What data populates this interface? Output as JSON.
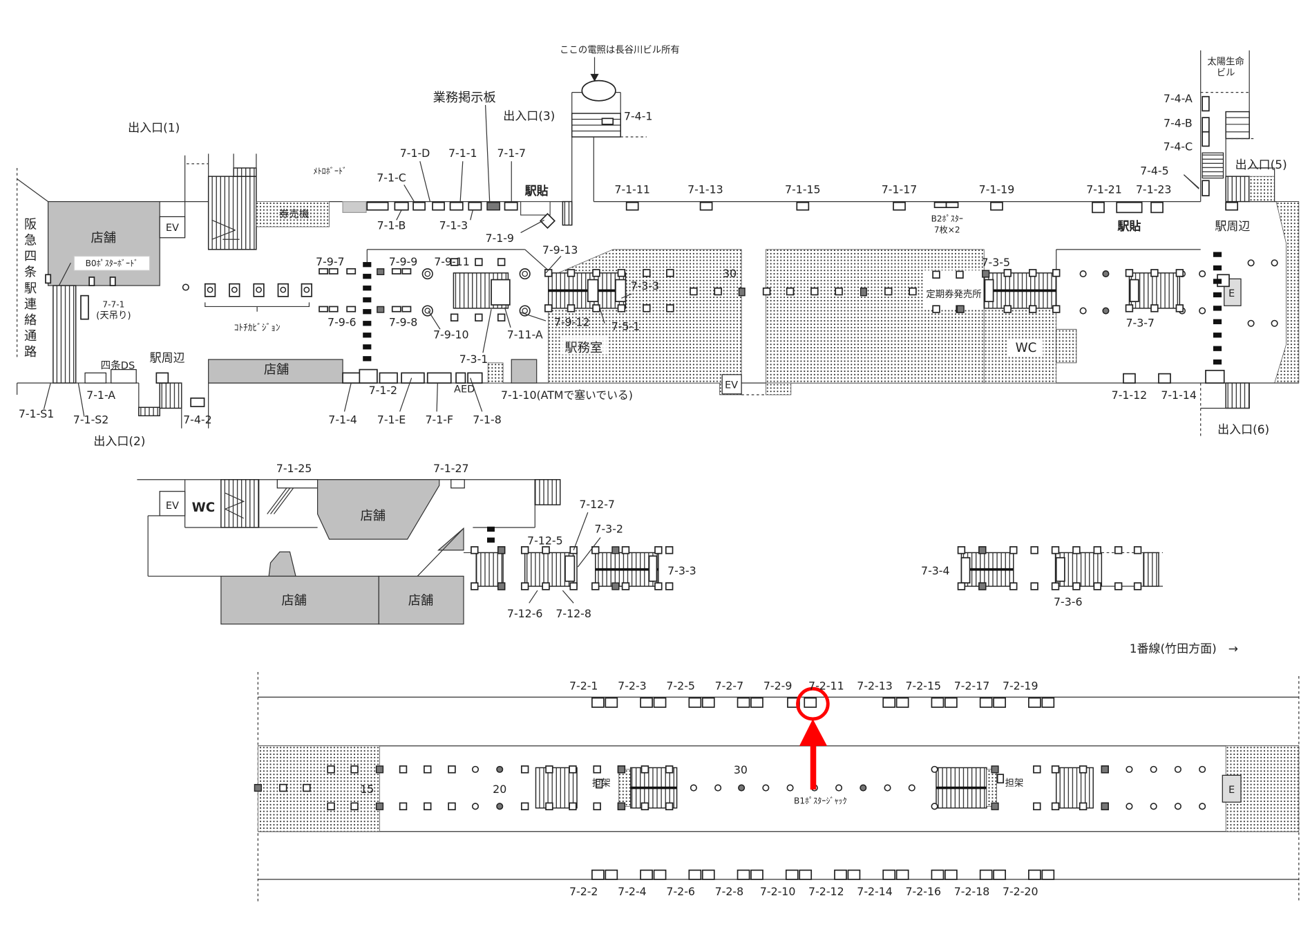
{
  "labels": {
    "entrances": [
      "出入口(1)",
      "出入口(2)",
      "出入口(3)",
      "出入口(5)",
      "出入口(6)"
    ],
    "facilities": [
      "店舗",
      "店舗",
      "店舗",
      "店舗",
      "店舗",
      "EV",
      "EV",
      "EV",
      "WC",
      "WC",
      "駅務室",
      "定期券発売所",
      "E",
      "E",
      "券売機",
      "四条DS",
      "AED"
    ],
    "notes": [
      "ここの電照は長谷川ビル所有",
      "業務掲示板",
      "ﾒﾄﾛﾎﾞｰﾄﾞ",
      "B0ﾎﾟｽﾀｰﾎﾞｰﾄﾞ",
      "7-7-1",
      "(天吊り)",
      "ｺﾄﾁｶﾋﾞｼﾞｮﾝ",
      "B2ﾎﾟｽﾀｰ",
      "7枚×2",
      "太陽生命",
      "ビル",
      "B1ﾎﾟｽﾀｰｼﾞｬｯｸ",
      "担架",
      "担架",
      "1番線(竹田方面)　→"
    ],
    "station_tags": [
      "駅貼",
      "駅貼",
      "駅周辺",
      "駅周辺"
    ],
    "car_numbers": [
      "30",
      "15",
      "20",
      "30"
    ],
    "concourse_ad_ids": [
      "7-4-1",
      "7-1-D",
      "7-1-1",
      "7-1-7",
      "7-1-C",
      "7-1-B",
      "7-1-3",
      "7-1-9",
      "7-1-11",
      "7-1-13",
      "7-1-15",
      "7-1-17",
      "7-1-19",
      "7-1-21",
      "7-1-23",
      "7-4-A",
      "7-4-B",
      "7-4-C",
      "7-4-5",
      "7-9-7",
      "7-9-9",
      "7-9-11",
      "7-9-13",
      "7-9-6",
      "7-9-8",
      "7-9-10",
      "7-9-12",
      "7-11-A",
      "7-5-1",
      "7-3-3",
      "7-3-1",
      "7-3-5",
      "7-3-7",
      "7-1-A",
      "7-1-S1",
      "7-1-S2",
      "7-4-2",
      "7-1-2",
      "7-1-10(ATMで塞いでいる)",
      "7-1-4",
      "7-1-E",
      "7-1-F",
      "7-1-8",
      "7-1-12",
      "7-1-14"
    ],
    "mezzanine_ad_ids": [
      "7-1-25",
      "7-1-27",
      "7-12-7",
      "7-3-2",
      "7-12-5",
      "7-3-3",
      "7-12-6",
      "7-12-8",
      "7-3-4",
      "7-3-6"
    ],
    "platform_north_ids": [
      "7-2-1",
      "7-2-3",
      "7-2-5",
      "7-2-7",
      "7-2-9",
      "7-2-11",
      "7-2-13",
      "7-2-15",
      "7-2-17",
      "7-2-19"
    ],
    "platform_south_ids": [
      "7-2-2",
      "7-2-4",
      "7-2-6",
      "7-2-8",
      "7-2-10",
      "7-2-12",
      "7-2-14",
      "7-2-16",
      "7-2-18",
      "7-2-20"
    ]
  },
  "passage_label": "阪急四条駅連絡通路",
  "highlight": {
    "target_id": "7-2-11",
    "color": "#ff0000"
  },
  "colors": {
    "shop": "#c0c0c0",
    "line": "#333333"
  }
}
